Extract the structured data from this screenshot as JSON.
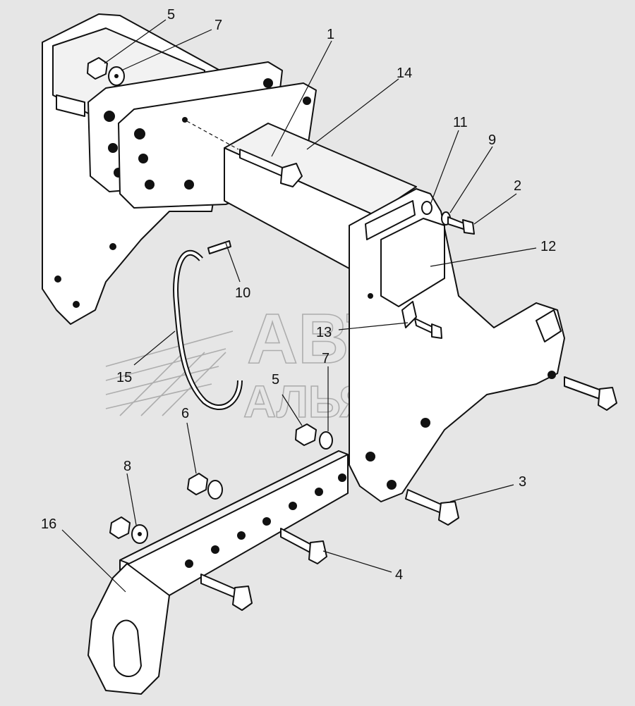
{
  "watermark": {
    "line1": "АВТО",
    "line2": "АЛЬЯНС"
  },
  "callouts": {
    "c1": "1",
    "c2": "2",
    "c3": "3",
    "c4": "4",
    "c5a": "5",
    "c5b": "5",
    "c6": "6",
    "c7a": "7",
    "c7b": "7",
    "c8": "8",
    "c9": "9",
    "c10": "10",
    "c11": "11",
    "c12": "12",
    "c13": "13",
    "c14": "14",
    "c15": "15",
    "c16": "16"
  }
}
